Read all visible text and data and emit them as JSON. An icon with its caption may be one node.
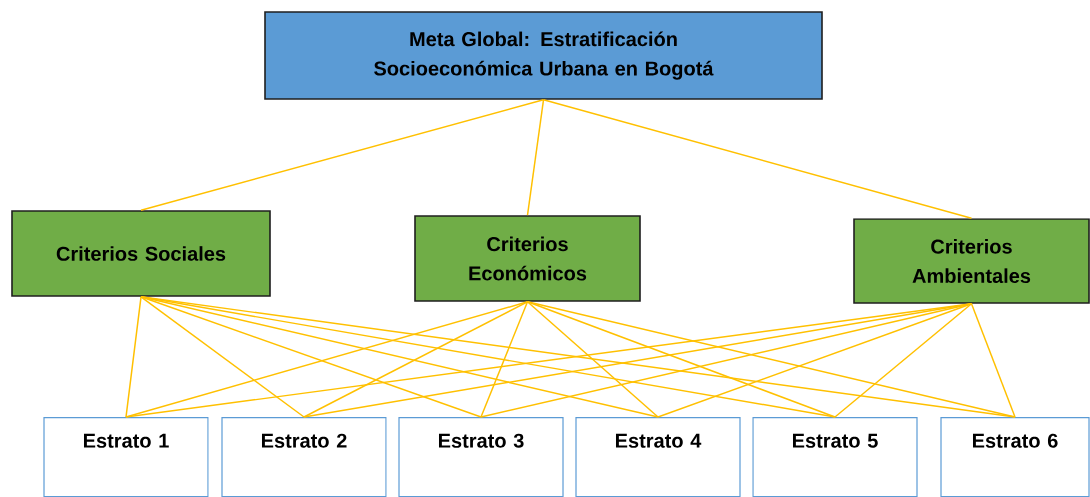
{
  "diagram": {
    "nodes": [
      {
        "text": [
          "Meta Global: Estratificación Socioeconómica Urbana en Bogotá"
        ]
      },
      {
        "text": [
          "Criterios Sociales"
        ]
      },
      {
        "text": [
          "Criterios Económicos"
        ]
      },
      {
        "text": [
          "Criterios Ambientales"
        ]
      },
      {
        "text": [
          "Estrato 1"
        ]
      },
      {
        "text": [
          "Estrato 2"
        ]
      },
      {
        "text": [
          "Estrato 3"
        ]
      },
      {
        "text": [
          "Estrato 4"
        ]
      },
      {
        "text": [
          "Estrato 5"
        ]
      },
      {
        "text": [
          "Estrato 6"
        ]
      }
    ],
    "edges": [
      {
        "from": 0,
        "to": 1,
        "arrow": "none"
      },
      {
        "from": 0,
        "to": 2,
        "arrow": "none"
      },
      {
        "from": 0,
        "to": 3,
        "arrow": "none"
      },
      {
        "from": 1,
        "to": 4,
        "arrow": "none"
      },
      {
        "from": 1,
        "to": 5,
        "arrow": "none"
      },
      {
        "from": 1,
        "to": 6,
        "arrow": "none"
      },
      {
        "from": 1,
        "to": 7,
        "arrow": "none"
      },
      {
        "from": 1,
        "to": 8,
        "arrow": "none"
      },
      {
        "from": 1,
        "to": 9,
        "arrow": "none"
      },
      {
        "from": 2,
        "to": 4,
        "arrow": "none"
      },
      {
        "from": 2,
        "to": 5,
        "arrow": "none"
      },
      {
        "from": 2,
        "to": 6,
        "arrow": "none"
      },
      {
        "from": 2,
        "to": 7,
        "arrow": "none"
      },
      {
        "from": 2,
        "to": 8,
        "arrow": "none"
      },
      {
        "from": 2,
        "to": 9,
        "arrow": "none"
      },
      {
        "from": 3,
        "to": 4,
        "arrow": "none"
      },
      {
        "from": 3,
        "to": 5,
        "arrow": "none"
      },
      {
        "from": 3,
        "to": 6,
        "arrow": "none"
      },
      {
        "from": 3,
        "to": 7,
        "arrow": "none"
      },
      {
        "from": 3,
        "to": 8,
        "arrow": "none"
      },
      {
        "from": 3,
        "to": 9,
        "arrow": "none"
      }
    ]
  }
}
